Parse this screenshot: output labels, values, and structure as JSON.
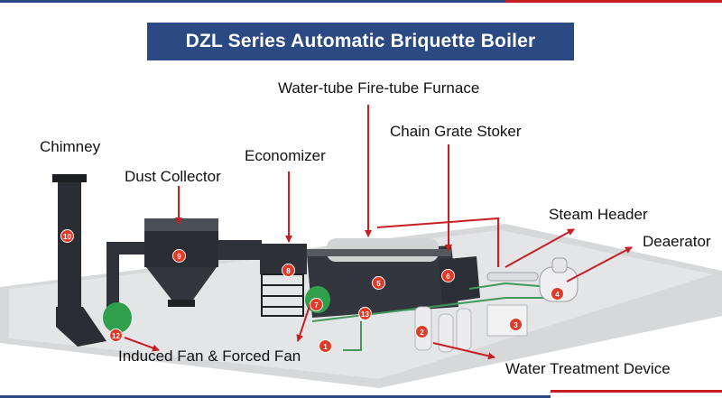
{
  "title": "DZL Series Automatic Briquette Boiler",
  "colors": {
    "banner": "#2b4a83",
    "accent_red": "#c81f25",
    "divider_blue": "#2b4a83",
    "pipe_green": "#3f9a5b",
    "steel_dark": "#2a2d33"
  },
  "labels": {
    "furnace": "Water-tube Fire-tube Furnace",
    "chimney": "Chimney",
    "dust_collector": "Dust Collector",
    "economizer": "Economizer",
    "chain_grate": "Chain Grate Stoker",
    "steam_header": "Steam Header",
    "deaerator": "Deaerator",
    "fans": "Induced Fan & Forced Fan",
    "water_treatment": "Water Treatment Device"
  },
  "markers": {
    "m1": "1",
    "m2": "2",
    "m3": "3",
    "m4": "4",
    "m5": "5",
    "m6": "6",
    "m7": "7",
    "m8": "8",
    "m9": "9",
    "m10": "10",
    "m12": "12",
    "m13": "13"
  }
}
